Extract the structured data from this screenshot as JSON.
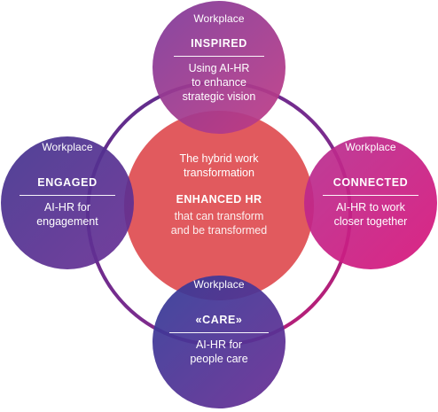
{
  "center": {
    "title_line1": "The hybrid work",
    "title_line2": "transformation",
    "heading": "ENHANCED HR",
    "sub_line1": "that can transform",
    "sub_line2": "and be transformed"
  },
  "nodes": {
    "top": {
      "tag": "Workplace",
      "heading": "INSPIRED",
      "line1": "Using AI-HR",
      "line2": "to enhance",
      "line3": "strategic vision"
    },
    "left": {
      "tag": "Workplace",
      "heading": "ENGAGED",
      "line1": "AI-HR for",
      "line2": "engagement"
    },
    "right": {
      "tag": "Workplace",
      "heading": "CONNECTED",
      "line1": "AI-HR to work",
      "line2": "closer together"
    },
    "bottom": {
      "tag": "Workplace",
      "heading": "«CARE»",
      "line1": "AI-HR for",
      "line2": "people care"
    }
  },
  "colors": {
    "center": "#e15a5e",
    "ring_start": "#5a2d8c",
    "ring_end": "#d0196f",
    "top": [
      "#8e3a97",
      "#c13a86"
    ],
    "left": [
      "#4d3290",
      "#5f2e93"
    ],
    "right": [
      "#c42a8a",
      "#d0157b"
    ],
    "bottom": [
      "#3b3a9a",
      "#5b2e92"
    ]
  }
}
